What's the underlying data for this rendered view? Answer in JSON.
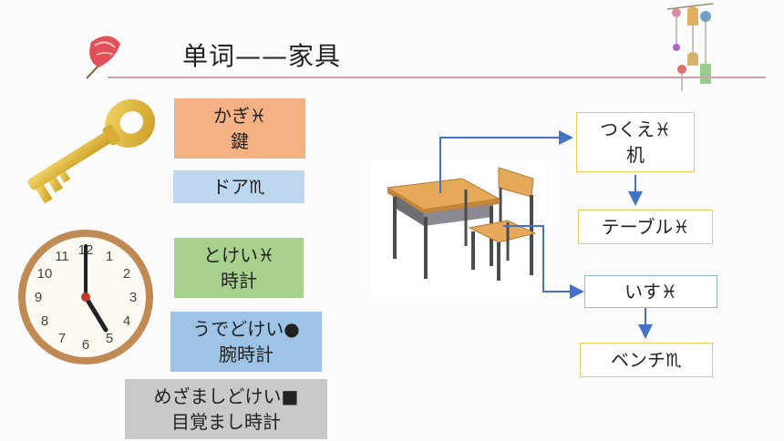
{
  "title": "单词——家具",
  "left_cards": [
    {
      "reading": "かぎ♓",
      "kanji": "鍵",
      "color": "#f4b183"
    },
    {
      "reading": "ドア♏",
      "kanji": "",
      "color": "#bdd7ee"
    },
    {
      "reading": "とけい♓",
      "kanji": "時計",
      "color": "#a9d18e"
    },
    {
      "reading": "うでどけい●",
      "kanji": "腕時計",
      "color": "#9dc3e6"
    },
    {
      "reading": "めざましどけい■",
      "kanji": "目覚まし時計",
      "color": "#c9c9c9"
    }
  ],
  "right_cards": [
    {
      "reading": "つくえ♓",
      "kanji": "机"
    },
    {
      "reading": "テーブル♓",
      "kanji": ""
    },
    {
      "reading": "いす♓",
      "kanji": ""
    },
    {
      "reading": "ベンチ♏",
      "kanji": ""
    }
  ],
  "clock_numbers": [
    "12",
    "1",
    "2",
    "3",
    "4",
    "5",
    "6",
    "7",
    "8",
    "9",
    "10",
    "11"
  ],
  "icons": {
    "key": "golden-key-icon",
    "clock": "wall-clock-icon",
    "desk": "desk-and-chair-image",
    "umbrella": "red-paper-umbrella-icon",
    "windchimes": "wind-chimes-icon"
  }
}
